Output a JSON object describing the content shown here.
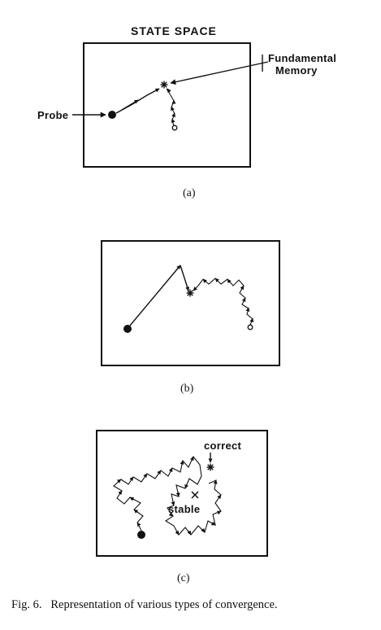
{
  "panel_a": {
    "title": "STATE SPACE",
    "probe_label": "Probe",
    "memory_label_line1": "Fundamental",
    "memory_label_line2": "Memory",
    "caption": "(a)"
  },
  "panel_b": {
    "caption": "(b)"
  },
  "panel_c": {
    "correct_label": "correct",
    "stable_label": "stable",
    "caption": "(c)"
  },
  "figure_caption": "Fig. 6.   Representation of various types of convergence."
}
